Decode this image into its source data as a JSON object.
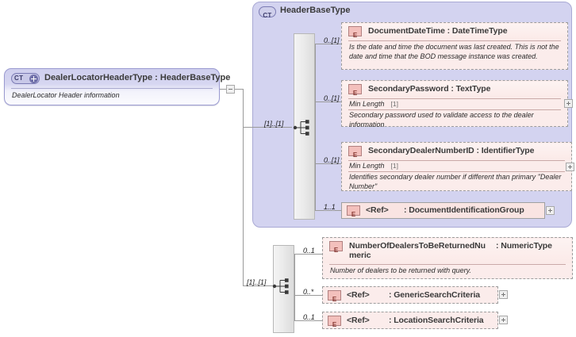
{
  "root": {
    "badge": "CT",
    "badge_icon": "complextype-plus-icon",
    "title": "DealerLocatorHeaderType : HeaderBaseType",
    "description": "DealerLocator Header information",
    "collapse_icon": "minus-box-icon"
  },
  "container": {
    "badge": "CT",
    "title": "HeaderBaseType",
    "sequence_occurrence": "[1]..[1]",
    "sequence_icon": "sequence-compositor-icon"
  },
  "container_items": [
    {
      "occurrence": "0..[1]",
      "badge": "E",
      "title": "DocumentDateTime : DateTimeType",
      "attribute": null,
      "attribute_occurrence": null,
      "description": "Is the date and time the document was last created. This is not the date and time that the BOD message instance was created.",
      "has_expand": false
    },
    {
      "occurrence": "0..[1]",
      "badge": "E",
      "title": "SecondaryPassword : TextType",
      "attribute": "Min Length",
      "attribute_occurrence": "[1]",
      "description": "Secondary password used to validate access to the dealer information",
      "has_expand": true
    },
    {
      "occurrence": "0..[1]",
      "badge": "E",
      "title": "SecondaryDealerNumberID : IdentifierType",
      "attribute": "Min Length",
      "attribute_occurrence": "[1]",
      "description": "Identifies secondary dealer number if different than primary \"Dealer Number\"",
      "has_expand": true
    },
    {
      "occurrence": "1..1",
      "badge": "E",
      "title_ref": "<Ref>",
      "title_type": ": DocumentIdentificationGroup",
      "has_expand": true
    }
  ],
  "bottom": {
    "sequence_occurrence": "[1]..[1]",
    "sequence_icon": "sequence-compositor-icon"
  },
  "bottom_items": [
    {
      "occurrence": "0..1",
      "badge": "E",
      "title_line1": "NumberOfDealersToBeReturnedNu",
      "title_type": " : NumericType",
      "title_line2": "meric",
      "description": "Number of dealers to be returned with query.",
      "has_expand": false
    },
    {
      "occurrence": "0..*",
      "badge": "E",
      "title_ref": "<Ref>",
      "title_type": ": GenericSearchCriteria",
      "has_expand": true
    },
    {
      "occurrence": "0..1",
      "badge": "E",
      "title_ref": "<Ref>",
      "title_type": ": LocationSearchCriteria",
      "has_expand": true
    }
  ],
  "colors": {
    "container_fill": "#d3d3f0",
    "element_fill": "#fbeceb",
    "element_badge": "#f3c0bc",
    "connector": "#9a9a9a"
  }
}
